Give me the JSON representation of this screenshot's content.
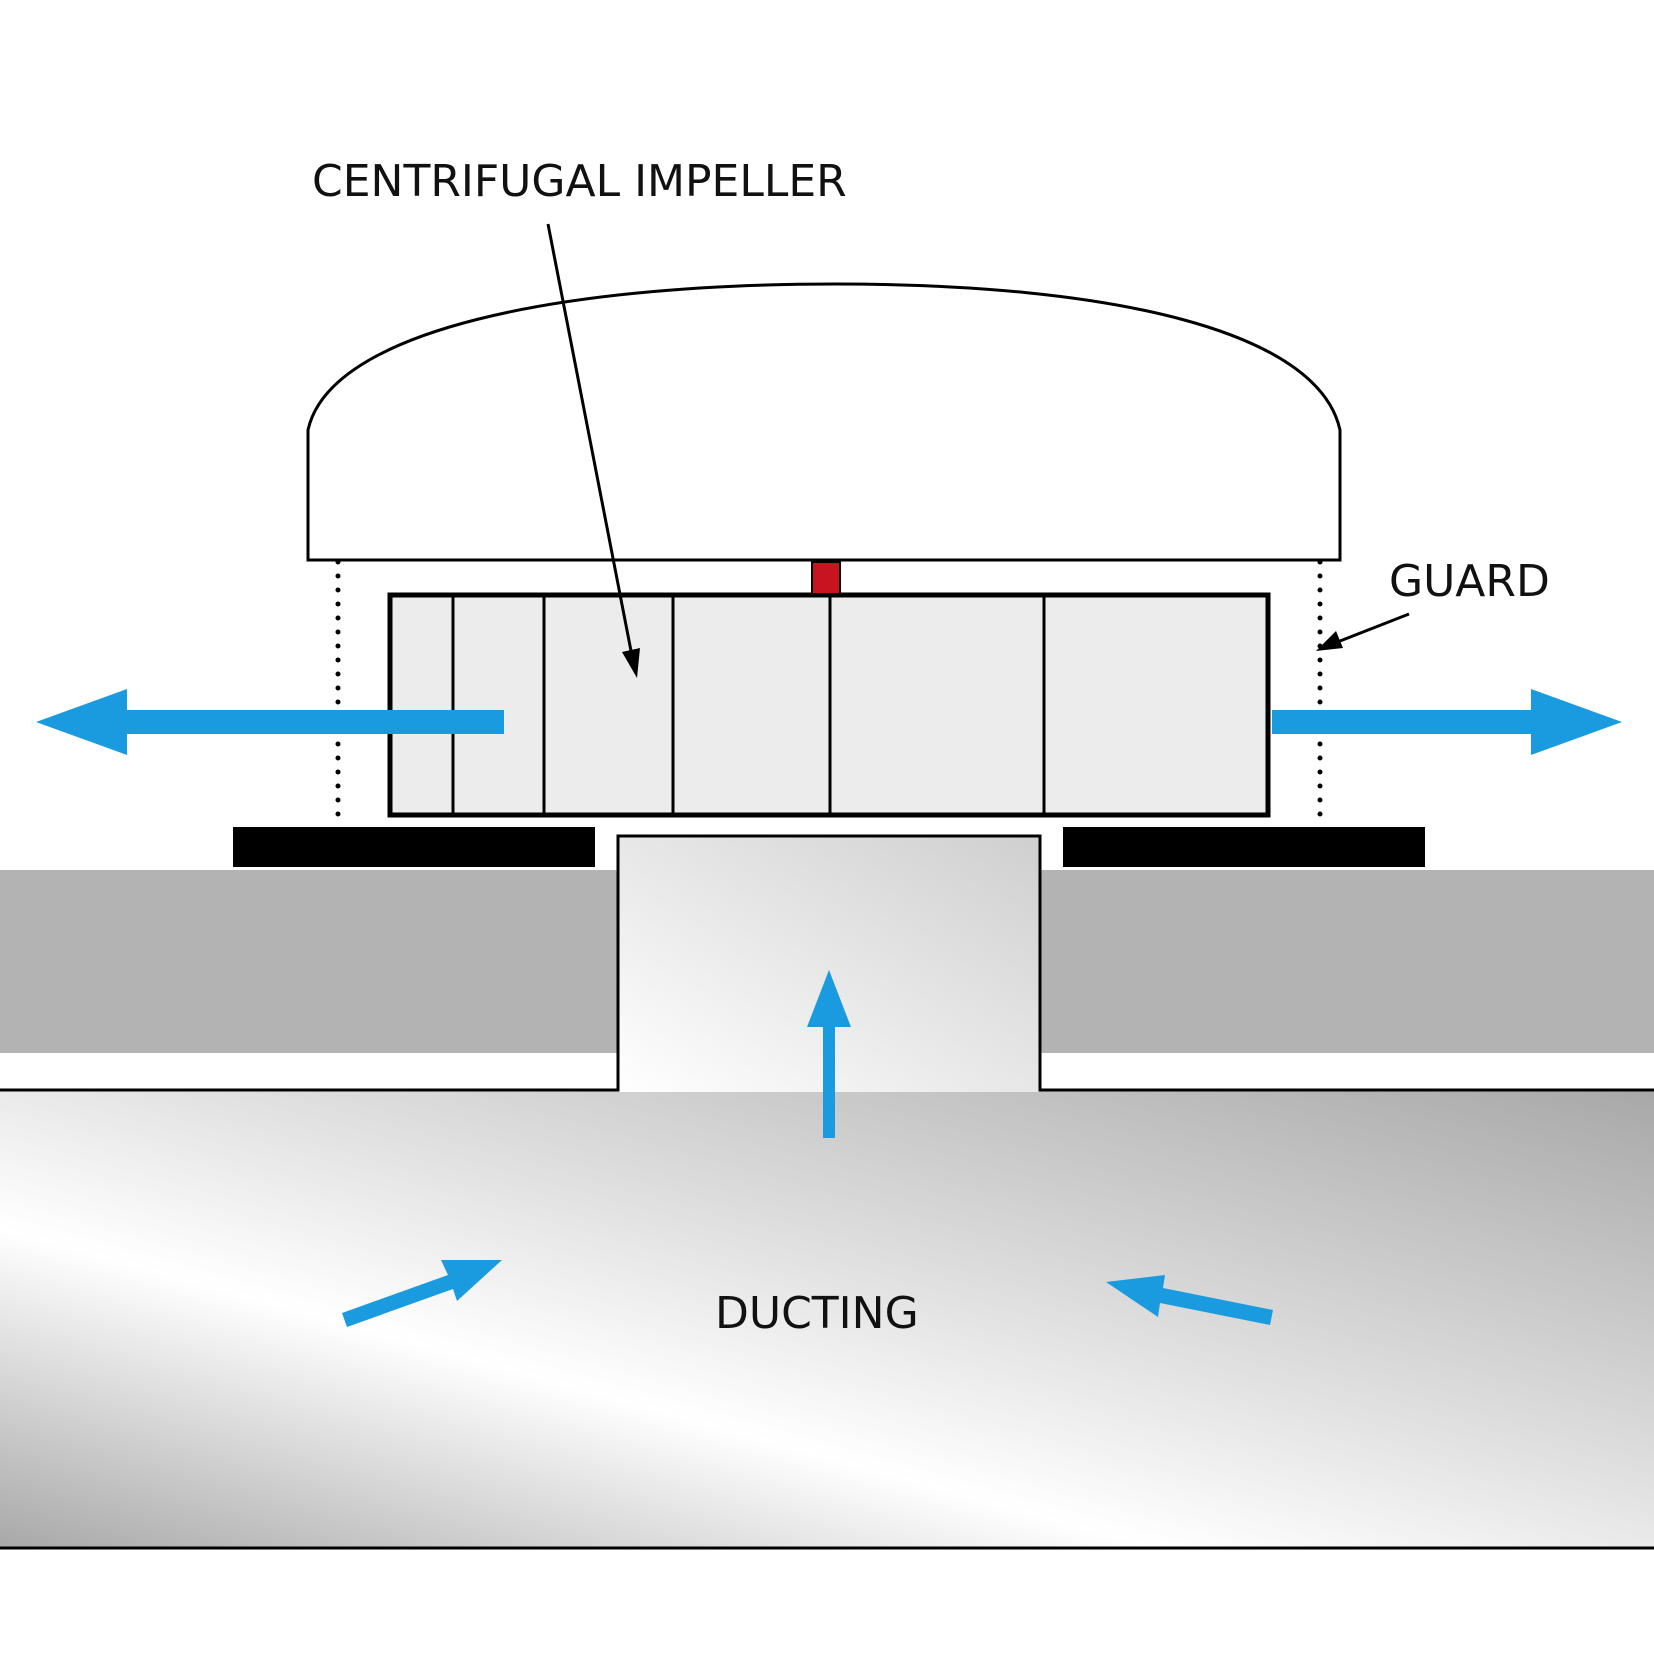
{
  "labels": {
    "impeller": "CENTRIFUGAL IMPELLER",
    "guard": "GUARD",
    "ducting": "DUCTING"
  },
  "colors": {
    "airflow": "#1a9be0",
    "motor_marker": "#c8141e",
    "roof": "#b3b3b3",
    "base_plate": "#000000",
    "impeller_fill": "#ececec",
    "outline": "#000000"
  },
  "icons": {
    "airflow": "arrow-icon",
    "motor": "motor-shaft-icon"
  }
}
